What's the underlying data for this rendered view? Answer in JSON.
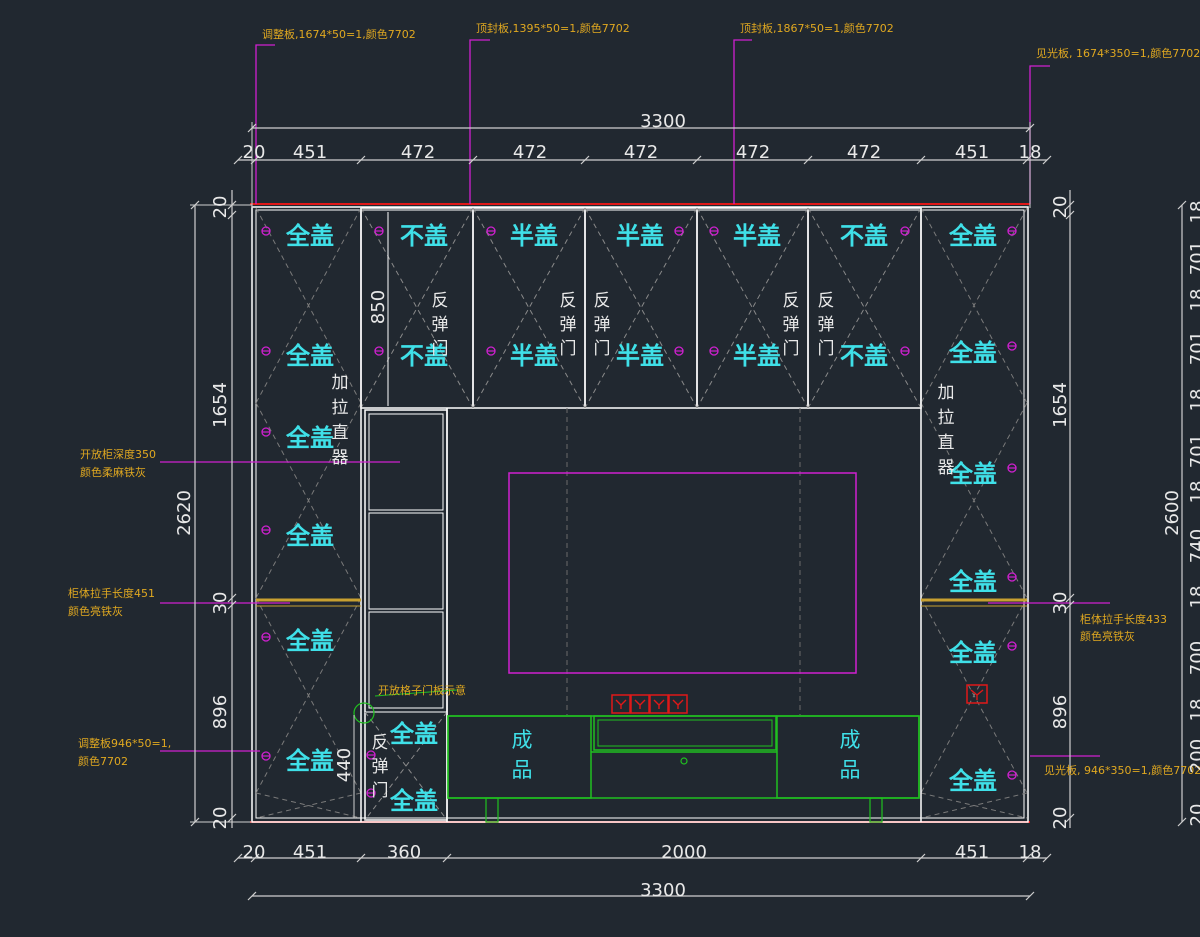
{
  "colors": {
    "background": "#212830",
    "outline": "#ffffff",
    "dimension": "#cfcfcf",
    "leader": "#d020d0",
    "annotation": "#e0a820",
    "panel_text": "#3fe0e8",
    "product": "#20c020",
    "red_line": "#e01818",
    "handle": "#c8a030"
  },
  "dimensions": {
    "top_total": "3300",
    "top_segments": [
      "20",
      "451",
      "472",
      "472",
      "472",
      "472",
      "472",
      "451",
      "18"
    ],
    "bottom_total": "3300",
    "bottom_segments": [
      "20",
      "451",
      "360",
      "2000",
      "451",
      "18"
    ],
    "left_outer": "2620",
    "left_inner": [
      "20",
      "1654",
      "30",
      "896",
      "20"
    ],
    "right_inner": [
      "20",
      "1654",
      "30",
      "896",
      "20"
    ],
    "right_outer": "2600",
    "right_partial": [
      "18",
      "701",
      "18",
      "701",
      "18",
      "701",
      "18",
      "740",
      "18",
      "700",
      "18",
      "200",
      "20"
    ],
    "upper_door_height": "850",
    "lower_door_height": "440"
  },
  "annotations": {
    "adjust_top": "调整板,1674*50=1,颜色7702",
    "top_seal_1": "顶封板,1395*50=1,颜色7702",
    "top_seal_2": "顶封板,1867*50=1,颜色7702",
    "visible_top": "见光板, 1674*350=1,颜色7702",
    "open_cab_1": "开放柜深度350",
    "open_cab_2": "颜色柔麻铁灰",
    "handle_left_1": "柜体拉手长度451",
    "handle_left_2": "颜色亮铁灰",
    "handle_right_1": "柜体拉手长度433",
    "handle_right_2": "颜色亮铁灰",
    "adjust_bottom_1": "调整板946*50=1,",
    "adjust_bottom_2": "颜色7702",
    "visible_bottom": "见光板, 946*350=1,颜色7702",
    "small_green": "开放格子门板示意"
  },
  "panels": {
    "full": "全盖",
    "none": "不盖",
    "half": "半盖",
    "rebound_door": [
      "反",
      "弹",
      "门"
    ],
    "add_straightener": [
      "加",
      "拉",
      "直",
      "器"
    ],
    "product": [
      "成",
      "品"
    ]
  }
}
